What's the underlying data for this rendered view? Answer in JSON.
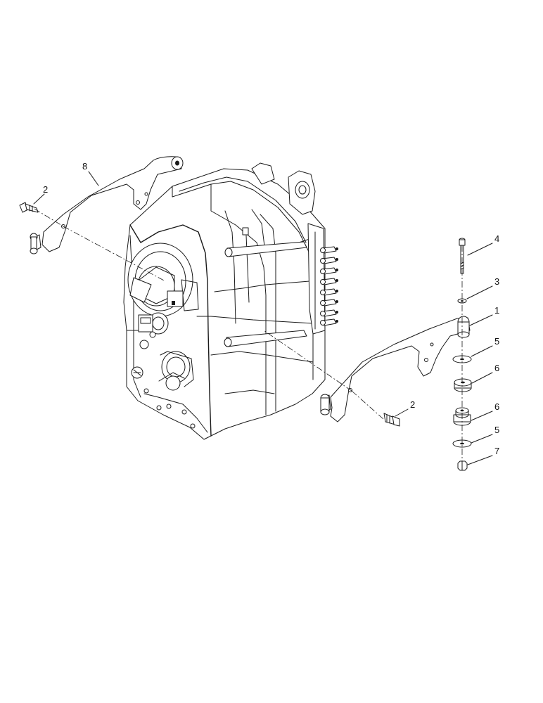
{
  "diagram": {
    "callouts": [
      {
        "id": "c-8",
        "text": "8"
      },
      {
        "id": "c-2a",
        "text": "2"
      },
      {
        "id": "c-4",
        "text": "4"
      },
      {
        "id": "c-3",
        "text": "3"
      },
      {
        "id": "c-1",
        "text": "1"
      },
      {
        "id": "c-5a",
        "text": "5"
      },
      {
        "id": "c-6a",
        "text": "6"
      },
      {
        "id": "c-2b",
        "text": "2"
      },
      {
        "id": "c-6b",
        "text": "6"
      },
      {
        "id": "c-5b",
        "text": "5"
      },
      {
        "id": "c-7",
        "text": "7"
      }
    ]
  }
}
